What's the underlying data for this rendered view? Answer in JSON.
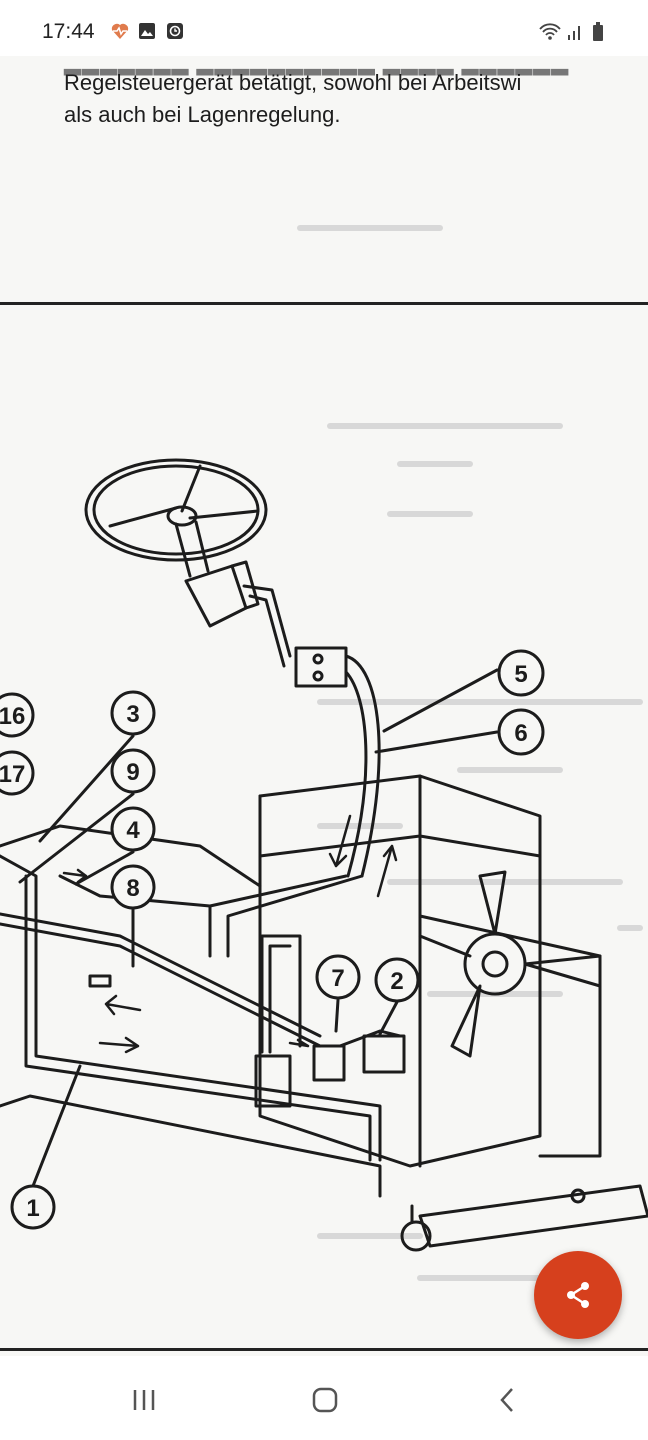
{
  "status_bar": {
    "time": "17:44",
    "icons": [
      "health-icon",
      "gallery-icon",
      "clock-app-icon",
      "wifi-icon",
      "signal-icon",
      "battery-icon"
    ]
  },
  "document": {
    "text_lines": [
      "Regelsteuergerät betätigt, sowohl bei Arbeitswi",
      "als auch bei Lagenregelung."
    ],
    "diagram_callouts": [
      "16",
      "17",
      "3",
      "9",
      "4",
      "8",
      "5",
      "6",
      "7",
      "2",
      "1"
    ]
  },
  "fab": {
    "icon": "share-icon",
    "color": "#d6401d"
  },
  "nav_bar": {
    "buttons": [
      "recent-apps",
      "home",
      "back"
    ]
  }
}
